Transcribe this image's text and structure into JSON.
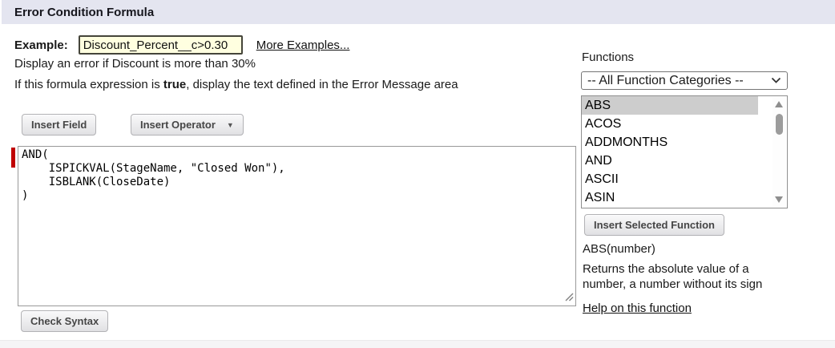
{
  "header": {
    "title": "Error Condition Formula"
  },
  "example": {
    "label": "Example:",
    "value": "Discount_Percent__c>0.30",
    "more_link": "More Examples...",
    "description": "Display an error if Discount is more than 30%"
  },
  "instruction": {
    "prefix": "If this formula expression is ",
    "bold": "true",
    "suffix": ", display the text defined in the Error Message area"
  },
  "toolbar": {
    "insert_field": "Insert Field",
    "insert_operator": "Insert Operator",
    "insert_operator_arrow": "▼"
  },
  "formula": {
    "value": "AND(\n    ISPICKVAL(StageName, \"Closed Won\"),\n    ISBLANK(CloseDate)\n)"
  },
  "actions": {
    "check_syntax": "Check Syntax"
  },
  "functions_panel": {
    "label": "Functions",
    "category_selected": "-- All Function Categories --",
    "items": [
      "ABS",
      "ACOS",
      "ADDMONTHS",
      "AND",
      "ASCII",
      "ASIN"
    ],
    "selected_item": "ABS",
    "insert_button": "Insert Selected Function",
    "signature": "ABS(number)",
    "description": "Returns the absolute value of a number, a number without its sign",
    "help_link": "Help on this function"
  },
  "colors": {
    "header_bg": "#e4e5f0",
    "example_input_bg": "#ffffe0",
    "required_bar": "#c00000",
    "selected_item_bg": "#cdcdcd"
  }
}
